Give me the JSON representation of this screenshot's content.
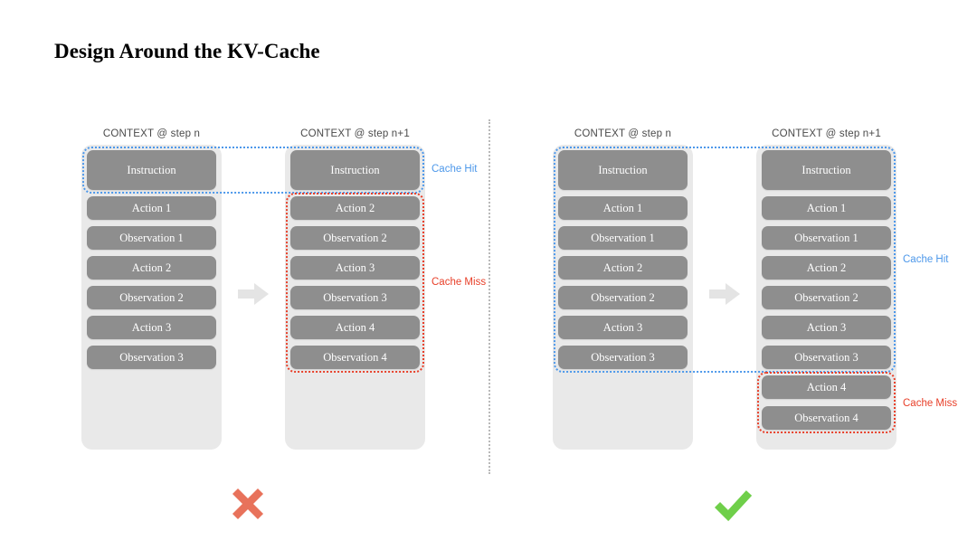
{
  "title": "Design Around the KV-Cache",
  "colors": {
    "cache_hit": "#4d98ea",
    "cache_miss": "#e8402a",
    "token_box": "#8e8e8e",
    "panel": "#e9e9e9",
    "cross": "#e8725b",
    "check": "#6fcf4a",
    "divider": "#b9b9b9"
  },
  "legend": {
    "cache_hit": "Cache Hit",
    "cache_miss": "Cache Miss"
  },
  "left_example": {
    "verdict": "cross",
    "columns": [
      {
        "caption": "CONTEXT @ step n",
        "items": [
          {
            "label": "Instruction",
            "zone": "hit",
            "size": "tall"
          },
          {
            "label": "Action 1",
            "zone": "none",
            "size": "normal"
          },
          {
            "label": "Observation 1",
            "zone": "none",
            "size": "normal"
          },
          {
            "label": "Action 2",
            "zone": "none",
            "size": "normal"
          },
          {
            "label": "Observation 2",
            "zone": "none",
            "size": "normal"
          },
          {
            "label": "Action 3",
            "zone": "none",
            "size": "normal"
          },
          {
            "label": "Observation 3",
            "zone": "none",
            "size": "normal"
          }
        ]
      },
      {
        "caption": "CONTEXT @ step n+1",
        "items": [
          {
            "label": "Instruction",
            "zone": "hit",
            "size": "tall"
          },
          {
            "label": "Action 2",
            "zone": "miss",
            "size": "normal"
          },
          {
            "label": "Observation 2",
            "zone": "miss",
            "size": "normal"
          },
          {
            "label": "Action 3",
            "zone": "miss",
            "size": "normal"
          },
          {
            "label": "Observation 3",
            "zone": "miss",
            "size": "normal"
          },
          {
            "label": "Action 4",
            "zone": "miss",
            "size": "normal"
          },
          {
            "label": "Observation 4",
            "zone": "miss",
            "size": "normal"
          }
        ]
      }
    ]
  },
  "right_example": {
    "verdict": "check",
    "columns": [
      {
        "caption": "CONTEXT @ step n",
        "items": [
          {
            "label": "Instruction",
            "zone": "hit",
            "size": "tall"
          },
          {
            "label": "Action 1",
            "zone": "hit",
            "size": "normal"
          },
          {
            "label": "Observation 1",
            "zone": "hit",
            "size": "normal"
          },
          {
            "label": "Action 2",
            "zone": "hit",
            "size": "normal"
          },
          {
            "label": "Observation 2",
            "zone": "hit",
            "size": "normal"
          },
          {
            "label": "Action 3",
            "zone": "hit",
            "size": "normal"
          },
          {
            "label": "Observation 3",
            "zone": "hit",
            "size": "normal"
          }
        ]
      },
      {
        "caption": "CONTEXT @ step n+1",
        "items": [
          {
            "label": "Instruction",
            "zone": "hit",
            "size": "tall"
          },
          {
            "label": "Action 1",
            "zone": "hit",
            "size": "normal"
          },
          {
            "label": "Observation 1",
            "zone": "hit",
            "size": "normal"
          },
          {
            "label": "Action 2",
            "zone": "hit",
            "size": "normal"
          },
          {
            "label": "Observation 2",
            "zone": "hit",
            "size": "normal"
          },
          {
            "label": "Action 3",
            "zone": "hit",
            "size": "normal"
          },
          {
            "label": "Observation 3",
            "zone": "hit",
            "size": "normal"
          },
          {
            "label": "Action 4",
            "zone": "miss",
            "size": "normal"
          },
          {
            "label": "Observation 4",
            "zone": "miss",
            "size": "normal"
          }
        ]
      }
    ]
  }
}
